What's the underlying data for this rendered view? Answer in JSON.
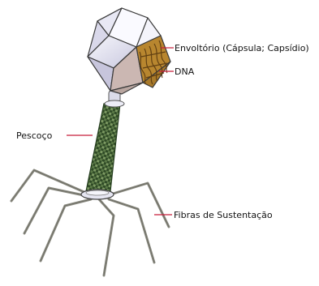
{
  "labels": {
    "envelope": "Envoltório (Cápsula; Capsídio)",
    "dna": "DNA",
    "neck": "Pescoço",
    "fibers": "Fibras de Sustentação"
  },
  "colors": {
    "background": "#ffffff",
    "leader_line": "#c81e3a",
    "capsid_light": "#f3f3fb",
    "capsid_mid": "#d6d5ea",
    "capsid_shadow": "#a9a7c6",
    "capsid_brown": "#c98a78",
    "dna_window": "#b8862f",
    "dna_strand": "#5a3a10",
    "sheath_dark": "#243d1e",
    "sheath_light": "#7d9a63",
    "collar": "#e6e6f2",
    "fiber": "#8a8a80",
    "outline": "#2b2b2b"
  },
  "icons": {
    "capsid": "icosahedral-capsid-icon",
    "sheath": "tail-sheath-icon",
    "fibers": "tail-fiber-icon"
  }
}
